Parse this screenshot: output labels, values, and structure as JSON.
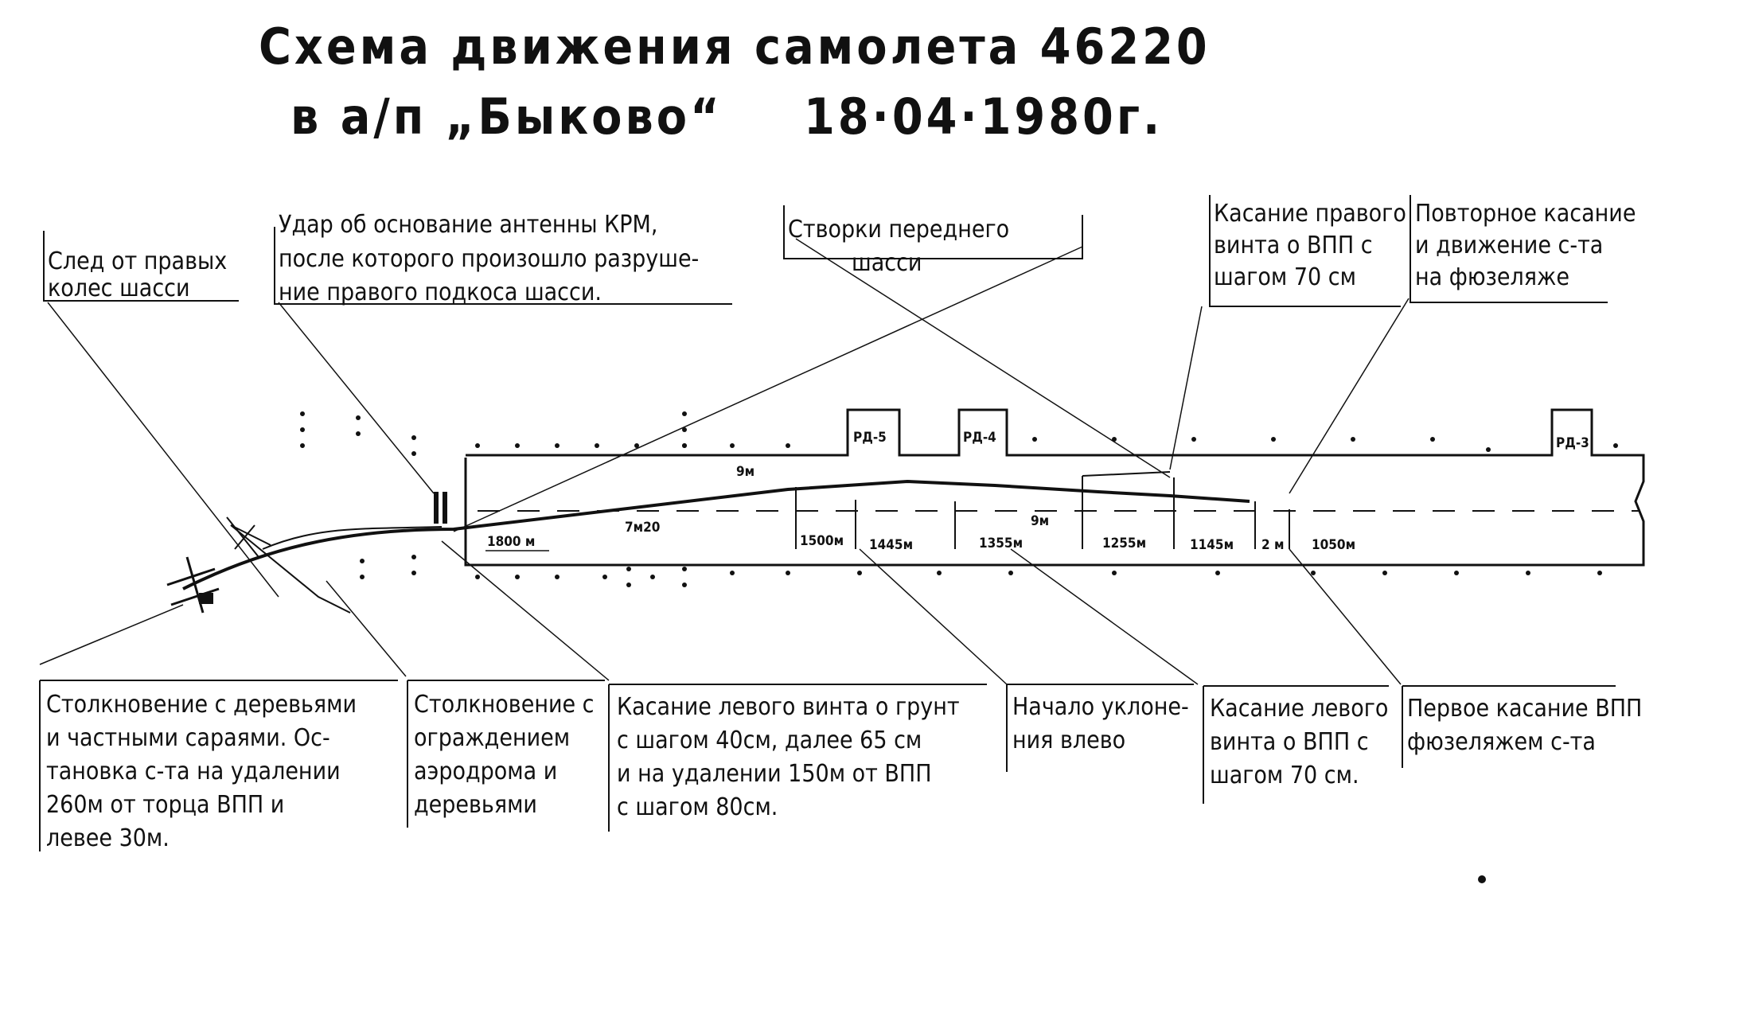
{
  "title": {
    "line1": "Схема движения самолета 46220",
    "line2_place": "в а/п „Быково“",
    "line2_date": "18·04·1980г."
  },
  "taxiways": [
    "РД-5",
    "РД-4",
    "РД-3"
  ],
  "callouts_top": [
    {
      "id": "trace",
      "lines": [
        "След от правых",
        "колес шасси"
      ]
    },
    {
      "id": "krm",
      "lines": [
        "Удар об основание антенны КРМ,",
        "после которого произошло разруше-",
        "ние правого подкоса шасси."
      ]
    },
    {
      "id": "nose-gear",
      "lines": [
        "Створки переднего",
        "шасси"
      ]
    },
    {
      "id": "right-prop",
      "lines": [
        "Касание правого",
        "винта о ВПП с",
        "шагом 70 см"
      ]
    },
    {
      "id": "repeat",
      "lines": [
        "Повторное касание",
        "и движение с-та",
        "на фюзеляже"
      ]
    }
  ],
  "callouts_bottom": [
    {
      "id": "trees",
      "lines": [
        "Столкновение с деревьями",
        "и частными сараями. Ос-",
        "тановка с-та на удалении",
        "260м от торца ВПП и",
        "левее 30м."
      ]
    },
    {
      "id": "fence",
      "lines": [
        "Столкновение с",
        "ограждением",
        "аэродрома и",
        "деревьями"
      ]
    },
    {
      "id": "left-prop-ground",
      "lines": [
        "Касание левого винта о грунт",
        "с шагом 40см, далее 65 см",
        "и на удалении 150м от ВПП",
        "с шагом 80см."
      ]
    },
    {
      "id": "deviation",
      "lines": [
        "Начало уклоне-",
        "ния влево"
      ]
    },
    {
      "id": "left-prop-runway",
      "lines": [
        "Касание левого",
        "винта о ВПП с",
        "шагом 70 см."
      ]
    },
    {
      "id": "first-touch",
      "lines": [
        "Первое касание ВПП",
        "фюзеляжем с-та"
      ]
    }
  ],
  "dimensions": [
    "1800 м",
    "7м20",
    "9м",
    "1500м",
    "1445м",
    "1355м",
    "9м",
    "1255м",
    "1145м",
    "2 м",
    "1050м"
  ],
  "colors": {
    "ink": "#111111",
    "paper": "#ffffff"
  }
}
